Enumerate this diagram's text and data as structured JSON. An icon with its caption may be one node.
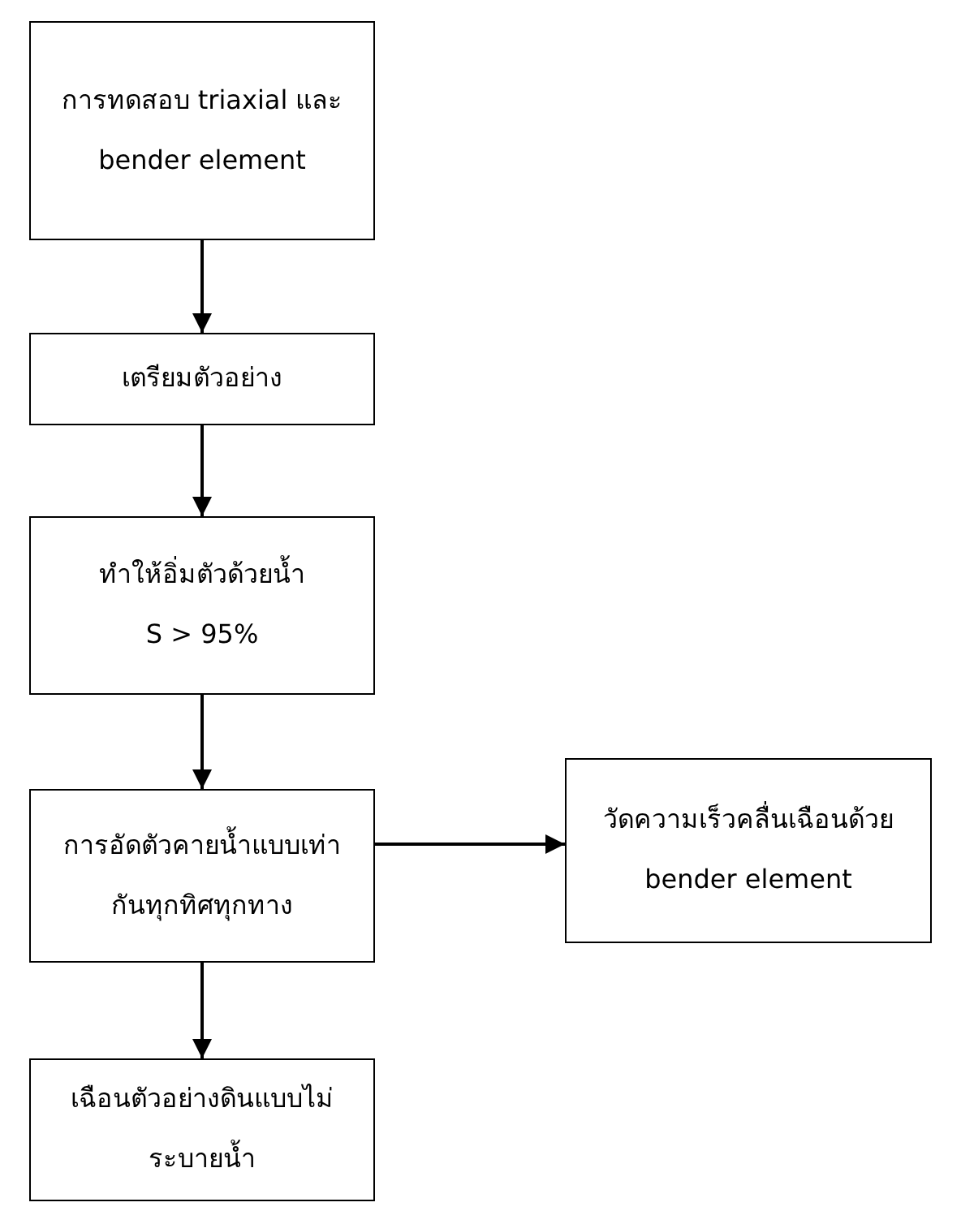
{
  "diagram": {
    "nodes": [
      {
        "text": [
          "การทดสอบ triaxial และ bender element"
        ]
      },
      {
        "text": [
          "เตรียมตัวอย่าง"
        ]
      },
      {
        "text": [
          "ทำให้อิ่มตัวด้วยน้ำ",
          "S > 95%"
        ]
      },
      {
        "text": [
          "การอัดตัวคายน้ำแบบเท่ากันทุกทิศทุกทาง"
        ]
      },
      {
        "text": [
          "วัดความเร็วคลื่นเฉือนด้วย bender element"
        ]
      },
      {
        "text": [
          "เฉือนตัวอย่างดินแบบไม่ระบายน้ำ"
        ]
      }
    ],
    "edges": [
      {
        "from": 0,
        "to": 1,
        "arrow": "to"
      },
      {
        "from": 1,
        "to": 2,
        "arrow": "to"
      },
      {
        "from": 2,
        "to": 3,
        "arrow": "to"
      },
      {
        "from": 3,
        "to": 4,
        "arrow": "to"
      },
      {
        "from": 3,
        "to": 5,
        "arrow": "to"
      }
    ]
  }
}
